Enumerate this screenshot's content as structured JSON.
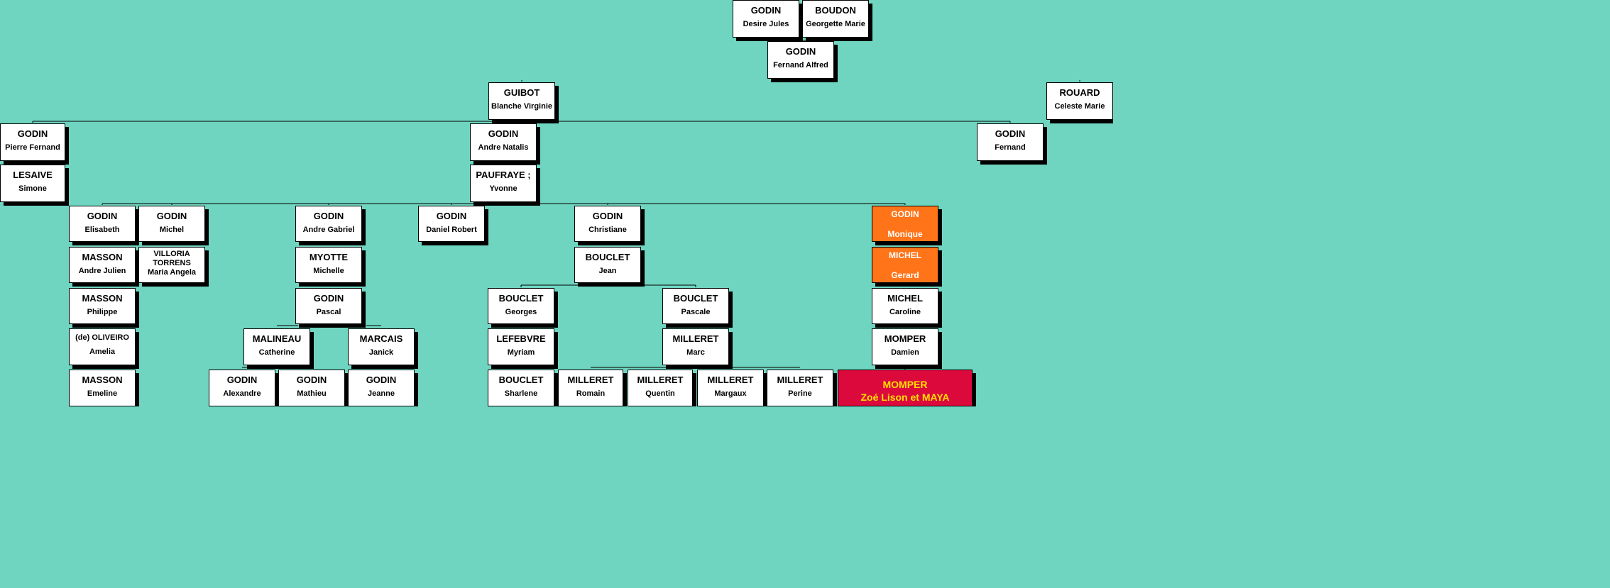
{
  "colors": {
    "background": "#6fd5c0",
    "box": "#ffffff",
    "highlight_orange": "#ff7418",
    "highlight_red": "#dc0a3c",
    "highlight_red_text": "#ffe000"
  },
  "people": [
    {
      "id": "godin-desire-jules",
      "surname": "GODIN",
      "given": "Desire Jules"
    },
    {
      "id": "boudon-georgette-marie",
      "surname": "BOUDON",
      "given": "Georgette Marie"
    },
    {
      "id": "godin-fernand-alfred",
      "surname": "GODIN",
      "given": "Fernand Alfred"
    },
    {
      "id": "guibot-blanche-virginie",
      "surname": "GUIBOT",
      "given": "Blanche Virginie"
    },
    {
      "id": "rouard-celeste-marie",
      "surname": "ROUARD",
      "given": "Celeste Marie"
    },
    {
      "id": "godin-pierre-fernand",
      "surname": "GODIN",
      "given": "Pierre Fernand"
    },
    {
      "id": "lesaive-simone",
      "surname": "LESAIVE",
      "given": "Simone"
    },
    {
      "id": "godin-andre-natalis",
      "surname": "GODIN",
      "given": "Andre Natalis"
    },
    {
      "id": "paufraye-yvonne",
      "surname": "PAUFRAYE ;",
      "given": "Yvonne"
    },
    {
      "id": "godin-fernand",
      "surname": "GODIN",
      "given": "Fernand"
    },
    {
      "id": "godin-elisabeth",
      "surname": "GODIN",
      "given": "Elisabeth"
    },
    {
      "id": "godin-michel",
      "surname": "GODIN",
      "given": "Michel"
    },
    {
      "id": "masson-andre-julien",
      "surname": "MASSON",
      "given": "Andre Julien"
    },
    {
      "id": "villoria-torrens-maria-angela",
      "surname": "VILLORIA TORRENS",
      "given": "Maria Angela"
    },
    {
      "id": "masson-philippe",
      "surname": "MASSON",
      "given": "Philippe"
    },
    {
      "id": "de-oliveiro-amelia",
      "surname": "(de) OLIVEIRO",
      "given": "Amelia"
    },
    {
      "id": "masson-emeline",
      "surname": "MASSON",
      "given": "Emeline"
    },
    {
      "id": "godin-andre-gabriel",
      "surname": "GODIN",
      "given": "Andre Gabriel"
    },
    {
      "id": "myotte-michelle",
      "surname": "MYOTTE",
      "given": "Michelle"
    },
    {
      "id": "godin-pascal",
      "surname": "GODIN",
      "given": "Pascal"
    },
    {
      "id": "malineau-catherine",
      "surname": "MALINEAU",
      "given": "Catherine"
    },
    {
      "id": "marcais-janick",
      "surname": "MARCAIS",
      "given": "Janick"
    },
    {
      "id": "godin-alexandre",
      "surname": "GODIN",
      "given": "Alexandre"
    },
    {
      "id": "godin-mathieu",
      "surname": "GODIN",
      "given": "Mathieu"
    },
    {
      "id": "godin-jeanne",
      "surname": "GODIN",
      "given": "Jeanne"
    },
    {
      "id": "godin-daniel-robert",
      "surname": "GODIN",
      "given": "Daniel Robert"
    },
    {
      "id": "godin-christiane",
      "surname": "GODIN",
      "given": "Christiane"
    },
    {
      "id": "bouclet-jean",
      "surname": "BOUCLET",
      "given": "Jean"
    },
    {
      "id": "bouclet-georges",
      "surname": "BOUCLET",
      "given": "Georges"
    },
    {
      "id": "lefebvre-myriam",
      "surname": "LEFEBVRE",
      "given": "Myriam"
    },
    {
      "id": "bouclet-sharlene",
      "surname": "BOUCLET",
      "given": "Sharlene"
    },
    {
      "id": "bouclet-pascale",
      "surname": "BOUCLET",
      "given": "Pascale"
    },
    {
      "id": "milleret-marc",
      "surname": "MILLERET",
      "given": "Marc"
    },
    {
      "id": "milleret-romain",
      "surname": "MILLERET",
      "given": "Romain"
    },
    {
      "id": "milleret-quentin",
      "surname": "MILLERET",
      "given": "Quentin"
    },
    {
      "id": "milleret-margaux",
      "surname": "MILLERET",
      "given": "Margaux"
    },
    {
      "id": "milleret-perine",
      "surname": "MILLERET",
      "given": "Perine"
    },
    {
      "id": "godin-monique",
      "surname": "GODIN",
      "given": "Monique",
      "highlight": "orange"
    },
    {
      "id": "michel-gerard",
      "surname": "MICHEL",
      "given": "Gerard",
      "highlight": "orange"
    },
    {
      "id": "michel-caroline",
      "surname": "MICHEL",
      "given": "Caroline"
    },
    {
      "id": "momper-damien",
      "surname": "MOMPER",
      "given": "Damien"
    },
    {
      "id": "momper-zoe-lison-maya",
      "surname": "MOMPER",
      "given": "Zoé Lison et MAYA",
      "highlight": "red"
    }
  ]
}
